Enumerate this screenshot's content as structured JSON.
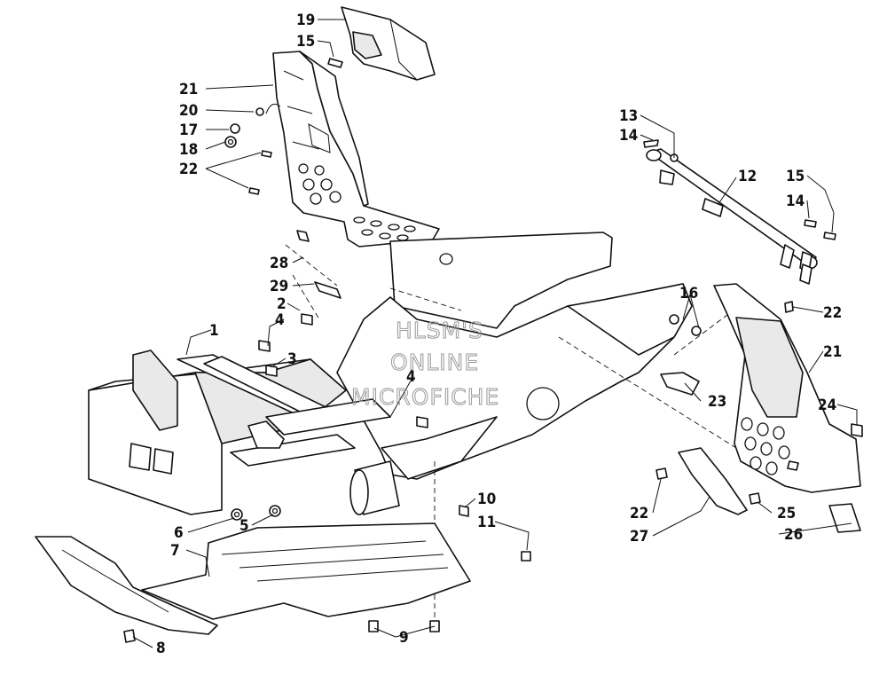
{
  "watermark": {
    "line1": "HLSM'S",
    "line2": "ONLINE",
    "line3": "MICROFICHE"
  },
  "callouts": [
    {
      "id": "c19",
      "label": "19"
    },
    {
      "id": "c15a",
      "label": "15"
    },
    {
      "id": "c21a",
      "label": "21"
    },
    {
      "id": "c20",
      "label": "20"
    },
    {
      "id": "c17",
      "label": "17"
    },
    {
      "id": "c18",
      "label": "18"
    },
    {
      "id": "c22a",
      "label": "22"
    },
    {
      "id": "c13",
      "label": "13"
    },
    {
      "id": "c14a",
      "label": "14"
    },
    {
      "id": "c12",
      "label": "12"
    },
    {
      "id": "c15b",
      "label": "15"
    },
    {
      "id": "c14b",
      "label": "14"
    },
    {
      "id": "c28",
      "label": "28"
    },
    {
      "id": "c29",
      "label": "29"
    },
    {
      "id": "c2",
      "label": "2"
    },
    {
      "id": "c1",
      "label": "1"
    },
    {
      "id": "c4a",
      "label": "4"
    },
    {
      "id": "c3",
      "label": "3"
    },
    {
      "id": "c4b",
      "label": "4"
    },
    {
      "id": "c16",
      "label": "16"
    },
    {
      "id": "c22b",
      "label": "22"
    },
    {
      "id": "c21b",
      "label": "21"
    },
    {
      "id": "c23",
      "label": "23"
    },
    {
      "id": "c24",
      "label": "24"
    },
    {
      "id": "c10",
      "label": "10"
    },
    {
      "id": "c11",
      "label": "11"
    },
    {
      "id": "c6",
      "label": "6"
    },
    {
      "id": "c5",
      "label": "5"
    },
    {
      "id": "c7",
      "label": "7"
    },
    {
      "id": "c22c",
      "label": "22"
    },
    {
      "id": "c27",
      "label": "27"
    },
    {
      "id": "c25",
      "label": "25"
    },
    {
      "id": "c26",
      "label": "26"
    },
    {
      "id": "c8",
      "label": "8"
    },
    {
      "id": "c9",
      "label": "9"
    }
  ]
}
